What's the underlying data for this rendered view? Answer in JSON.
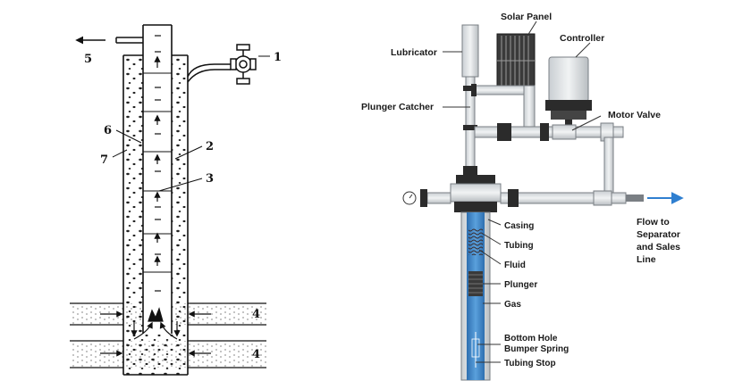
{
  "left_diagram": {
    "labels": {
      "n1": "1",
      "n2": "2",
      "n3": "3",
      "n4a": "4",
      "n4b": "4",
      "n5": "5",
      "n6": "6",
      "n7": "7"
    }
  },
  "right_diagram": {
    "labels": {
      "solar_panel": "Solar Panel",
      "controller": "Controller",
      "lubricator": "Lubricator",
      "plunger_catcher": "Plunger Catcher",
      "motor_valve": "Motor Valve",
      "flow_line1": "Flow to",
      "flow_line2": "Separator",
      "flow_line3": "and Sales",
      "flow_line4": "Line",
      "casing": "Casing",
      "tubing": "Tubing",
      "fluid": "Fluid",
      "plunger": "Plunger",
      "gas": "Gas",
      "bumper_line1": "Bottom Hole",
      "bumper_line2": "Bumper Spring",
      "tubing_stop": "Tubing Stop"
    },
    "colors": {
      "pipe": "#dfe3e6",
      "pipe_stroke": "#7a7f84",
      "dark": "#2b2b2b",
      "gas_blue": "#3f86c8",
      "arrow_blue": "#2f7fd0"
    }
  }
}
